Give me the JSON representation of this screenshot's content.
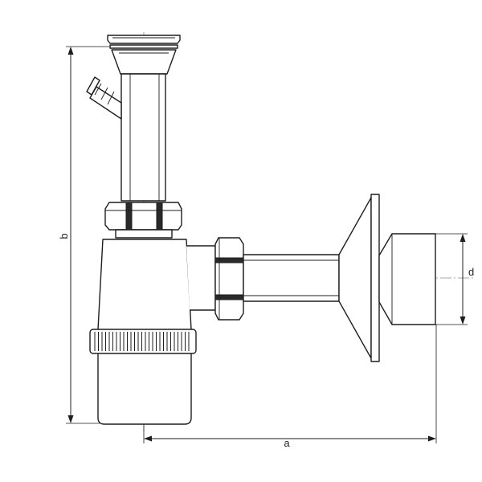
{
  "dimensions": {
    "a": "a",
    "b": "b",
    "d": "d"
  },
  "colors": {
    "line": "#1e1e1e",
    "centerline": "#8a8a8a",
    "background": "#ffffff"
  }
}
